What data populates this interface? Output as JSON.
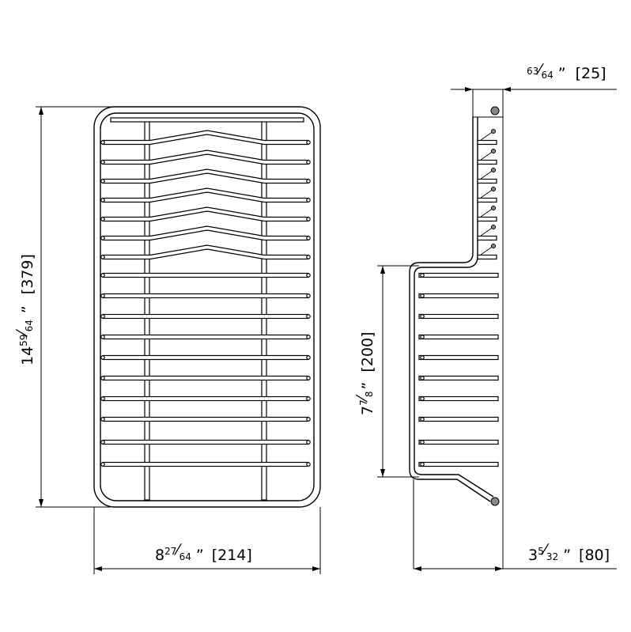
{
  "dimensions": {
    "height": {
      "whole": "14",
      "num": "59",
      "den": "64",
      "unit": "”",
      "mm": "[379]"
    },
    "width": {
      "whole": "8",
      "num": "27",
      "den": "64",
      "unit": "”",
      "mm": "[214]"
    },
    "depth_top": {
      "whole": "",
      "num": "63",
      "den": "64",
      "unit": "”",
      "mm": "[25]"
    },
    "lower_height": {
      "whole": "7",
      "num": "7",
      "den": "8",
      "unit": "”",
      "mm": "[200]"
    },
    "depth_bottom": {
      "whole": "3",
      "num": "5",
      "den": "32",
      "unit": "”",
      "mm": "[80]"
    }
  }
}
